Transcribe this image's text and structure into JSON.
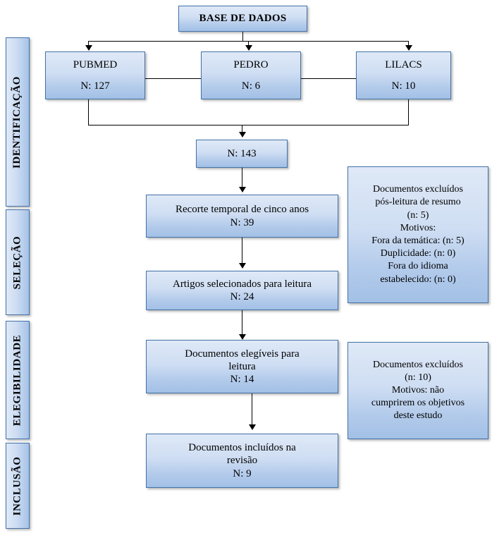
{
  "diagram": {
    "title": "BASE DE DADOS",
    "type": "prisma-flowchart",
    "stages": [
      {
        "id": "identificacao",
        "label": "IDENTIFICAÇÃO"
      },
      {
        "id": "selecao",
        "label": "SELEÇÃO"
      },
      {
        "id": "elegibilidade",
        "label": "ELEGIBILIDADE"
      },
      {
        "id": "inclusao",
        "label": "INCLUSÃO"
      }
    ],
    "sources": [
      {
        "id": "pubmed",
        "name": "PUBMED",
        "count": "N: 127"
      },
      {
        "id": "pedro",
        "name": "PEDRO",
        "count": "N: 6"
      },
      {
        "id": "lilacs",
        "name": "LILACS",
        "count": "N: 10"
      }
    ],
    "flow": [
      {
        "id": "total",
        "lines": [
          "N: 143"
        ]
      },
      {
        "id": "recorte-temporal",
        "lines": [
          "Recorte temporal de cinco anos",
          "N: 39"
        ]
      },
      {
        "id": "artigos-selecionados",
        "lines": [
          "Artigos selecionados para leitura",
          "N: 24"
        ]
      },
      {
        "id": "documentos-elegiveis",
        "lines": [
          "Documentos elegíveis para",
          "leitura",
          "N: 14"
        ]
      },
      {
        "id": "documentos-incluidos",
        "lines": [
          "Documentos incluídos na",
          "revisão",
          "N: 9"
        ]
      }
    ],
    "exclusions": [
      {
        "id": "excluidos-resumo",
        "lines": [
          "Documentos excluídos",
          "pós-leitura de resumo",
          "(n: 5)",
          "Motivos:",
          "Fora da temática: (n: 5)",
          "Duplicidade: (n: 0)",
          "Fora do idioma",
          "estabelecido: (n: 0)"
        ]
      },
      {
        "id": "excluidos-leitura",
        "lines": [
          "Documentos excluídos",
          "(n: 10)",
          "Motivos: não",
          "cumprirem os objetivos",
          "deste estudo"
        ]
      }
    ],
    "colors": {
      "box_border": "#4472a8",
      "box_fill_top": "#dfe9f7",
      "box_fill_bottom": "#a2c0e6",
      "connector": "#000000",
      "text": "#000000",
      "background": "#ffffff"
    }
  }
}
